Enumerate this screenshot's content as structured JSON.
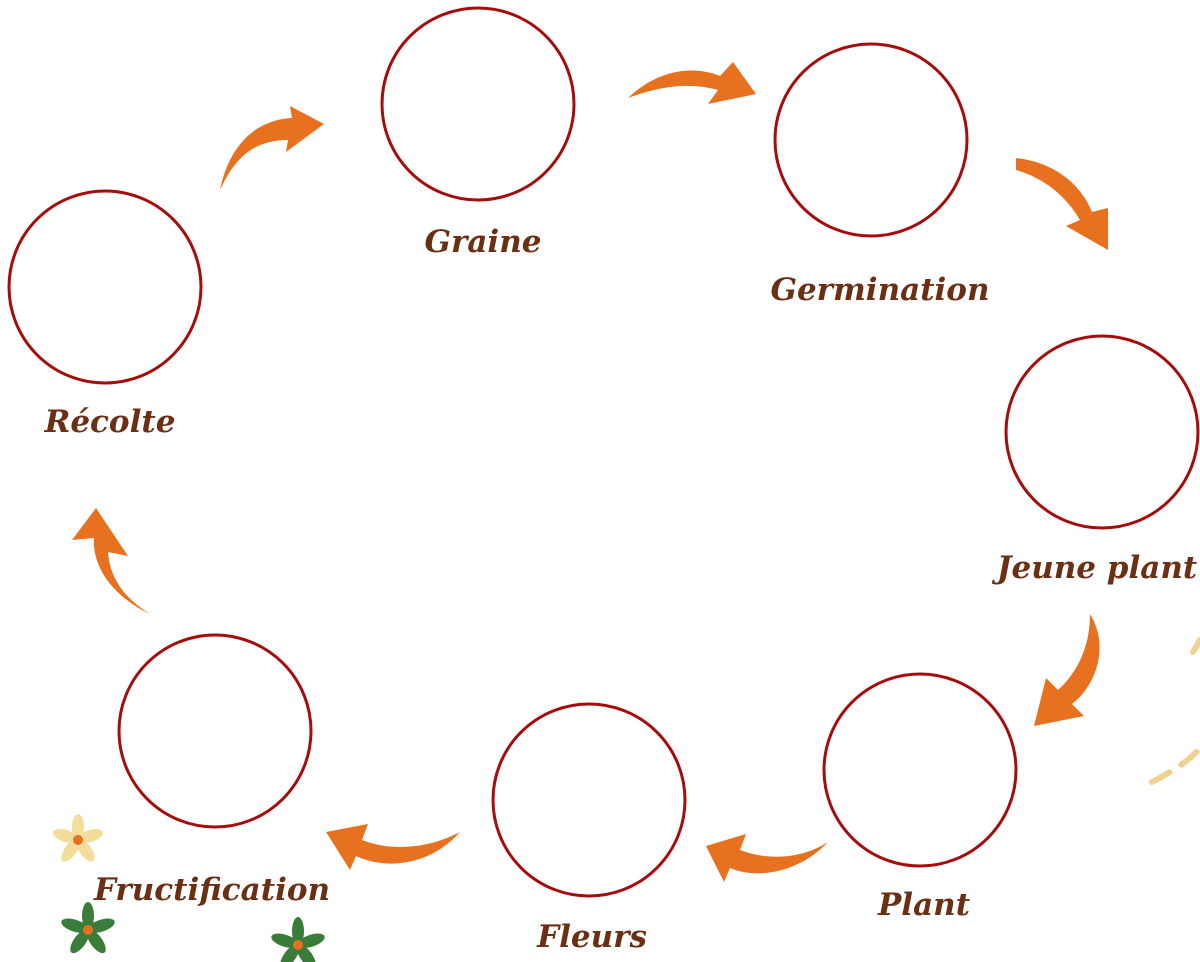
{
  "diagram": {
    "stages": [
      {
        "id": "graine",
        "label": "Graine"
      },
      {
        "id": "germination",
        "label": "Germination"
      },
      {
        "id": "jeune-plant",
        "label": "Jeune plant"
      },
      {
        "id": "plant",
        "label": "Plant"
      },
      {
        "id": "fleurs",
        "label": "Fleurs"
      },
      {
        "id": "fructification",
        "label": "Fructification"
      },
      {
        "id": "recolte",
        "label": "Récolte"
      }
    ],
    "colors": {
      "circle_stroke": "#a50d0d",
      "arrow": "#e8711f",
      "label": "#6b2f14",
      "flower_green": "#3a7d3a",
      "flower_yellow": "#f3dd9a",
      "flower_center": "#e8711f",
      "dash_line": "#efd28f"
    },
    "decorations": [
      "flower-icon",
      "flower-icon",
      "flower-icon"
    ]
  }
}
